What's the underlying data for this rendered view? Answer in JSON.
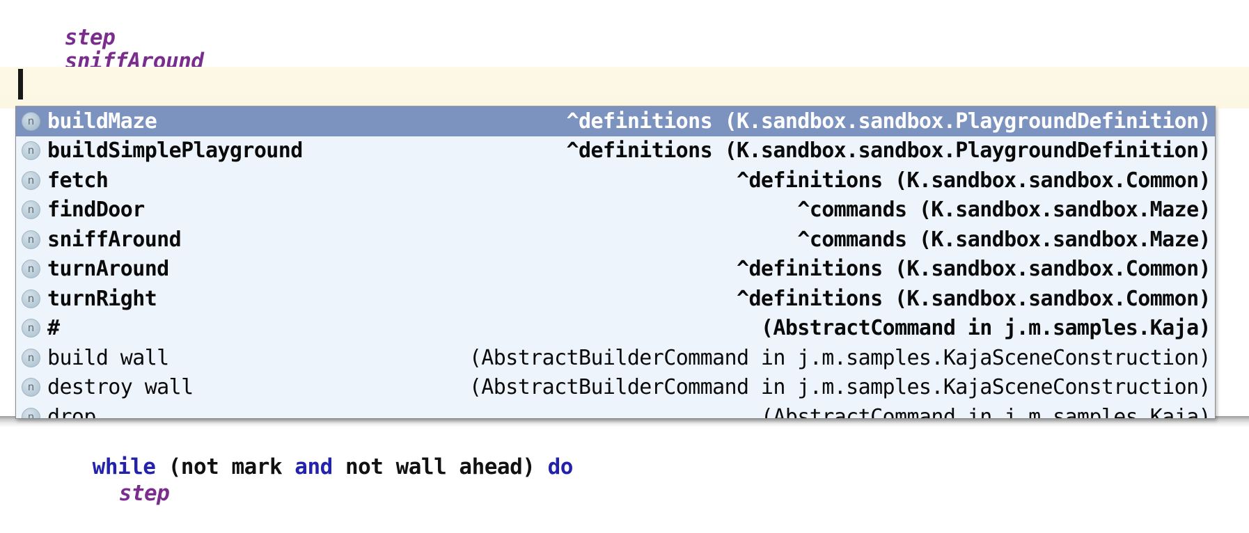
{
  "editor": {
    "top_lines": [
      {
        "segments": [
          {
            "text": "step",
            "style": "purple"
          }
        ]
      },
      {
        "segments": [
          {
            "text": "sniffAround",
            "style": "purple"
          }
        ]
      }
    ],
    "current_line_text": "",
    "caret": "text-caret",
    "bottom_lines": [
      {
        "segments": [
          {
            "text": "while ",
            "style": "keyword"
          },
          {
            "text": "(not mark ",
            "style": "plain"
          },
          {
            "text": "and ",
            "style": "keyword"
          },
          {
            "text": "not wall ahead) ",
            "style": "plain"
          },
          {
            "text": "do",
            "style": "keyword"
          }
        ]
      },
      {
        "segments": [
          {
            "text": "step",
            "style": "purple"
          }
        ]
      }
    ]
  },
  "completion_popup": {
    "icon_letter": "n",
    "selected_index": 0,
    "colors": {
      "popup_background": "#EEF4FC",
      "selected_background": "#7C93C0",
      "selected_text": "#FFFFFF",
      "text": "#0A0A0A",
      "border": "#8B8B8B",
      "current_line_highlight": "#FDF8E4",
      "keyword": "#2222AA",
      "identifier_purple": "#7B2D8E"
    },
    "items": [
      {
        "name": "buildMaze",
        "qualifier": "^definitions",
        "owner": "(K.sandbox.sandbox.PlaygroundDefinition)",
        "bold": true,
        "selected": true
      },
      {
        "name": "buildSimplePlayground",
        "qualifier": "^definitions",
        "owner": "(K.sandbox.sandbox.PlaygroundDefinition)",
        "bold": true,
        "selected": false
      },
      {
        "name": "fetch",
        "qualifier": "^definitions",
        "owner": "(K.sandbox.sandbox.Common)",
        "bold": true,
        "selected": false
      },
      {
        "name": "findDoor",
        "qualifier": "^commands",
        "owner": "(K.sandbox.sandbox.Maze)",
        "bold": true,
        "selected": false
      },
      {
        "name": "sniffAround",
        "qualifier": "^commands",
        "owner": "(K.sandbox.sandbox.Maze)",
        "bold": true,
        "selected": false
      },
      {
        "name": "turnAround",
        "qualifier": "^definitions",
        "owner": "(K.sandbox.sandbox.Common)",
        "bold": true,
        "selected": false
      },
      {
        "name": "turnRight",
        "qualifier": "^definitions",
        "owner": "(K.sandbox.sandbox.Common)",
        "bold": true,
        "selected": false
      },
      {
        "name": "#",
        "qualifier": "",
        "owner": "(AbstractCommand in j.m.samples.Kaja)",
        "bold": true,
        "selected": false
      },
      {
        "name": "build wall",
        "qualifier": "",
        "owner": "(AbstractBuilderCommand in j.m.samples.KajaSceneConstruction)",
        "bold": false,
        "selected": false
      },
      {
        "name": "destroy wall",
        "qualifier": "",
        "owner": "(AbstractBuilderCommand in j.m.samples.KajaSceneConstruction)",
        "bold": false,
        "selected": false
      },
      {
        "name": "drop",
        "qualifier": "",
        "owner": "(AbstractCommand in j.m.samples.Kaja)",
        "bold": false,
        "selected": false
      }
    ]
  }
}
